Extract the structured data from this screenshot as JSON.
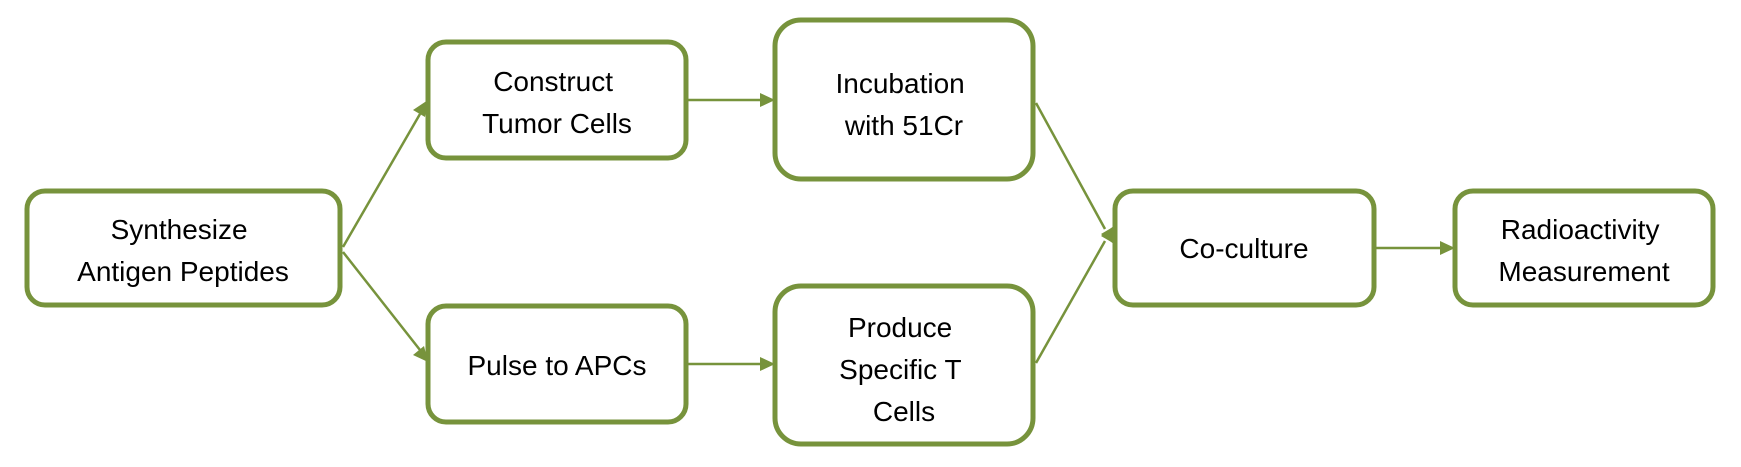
{
  "diagram": {
    "accent_color": "#77933c",
    "nodes": {
      "synthesize": {
        "lines": [
          "Synthesize",
          "Antigen Peptides"
        ]
      },
      "construct": {
        "lines": [
          "Construct",
          "Tumor Cells"
        ]
      },
      "incubation": {
        "lines": [
          "Incubation",
          "with 51Cr"
        ]
      },
      "pulse": {
        "lines": [
          "Pulse to APCs"
        ]
      },
      "produce": {
        "lines": [
          "Produce",
          "Specific T",
          "Cells"
        ]
      },
      "coculture": {
        "lines": [
          "Co-culture"
        ]
      },
      "radioactivity": {
        "lines": [
          "Radioactivity",
          "Measurement"
        ]
      }
    },
    "edges": [
      {
        "from": "synthesize",
        "to": "construct"
      },
      {
        "from": "synthesize",
        "to": "pulse"
      },
      {
        "from": "construct",
        "to": "incubation"
      },
      {
        "from": "pulse",
        "to": "produce"
      },
      {
        "from": "incubation",
        "to": "coculture"
      },
      {
        "from": "produce",
        "to": "coculture"
      },
      {
        "from": "coculture",
        "to": "radioactivity"
      }
    ]
  }
}
